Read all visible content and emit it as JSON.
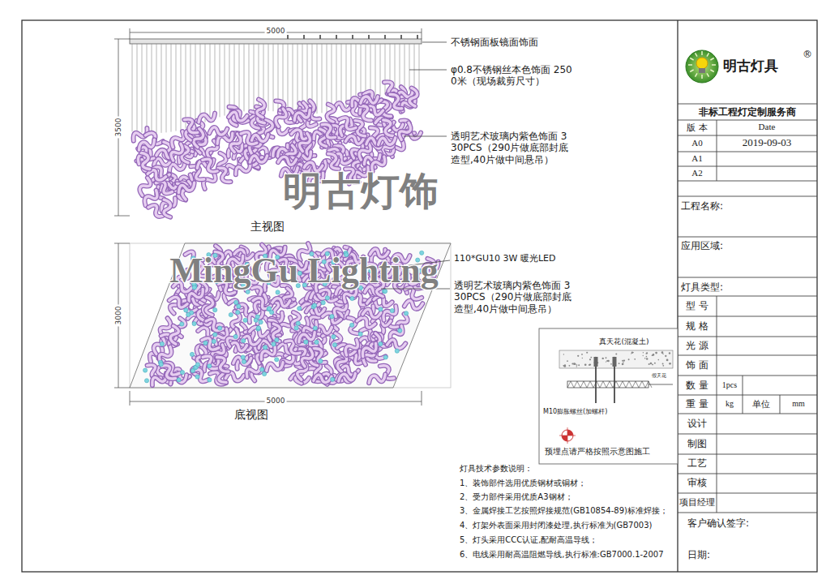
{
  "diagram": {
    "labels": [
      "5000",
      "3500",
      "不锈钢面板镜面饰面",
      "φ0.8不锈钢丝本色饰面 2500米（现场裁剪尺寸）",
      "透明艺术玻璃内紫色饰面 330PCS（290片做底部封底造型,40片做中间悬吊）",
      "主视图",
      "明古灯饰",
      "110*GU10 3W 暖光LED",
      "透明艺术玻璃内紫色饰面 330PCS（290片做底部封底造型,40片做中间悬吊）",
      "3000",
      "5000",
      "底视图",
      "MingGu Lighting",
      "真天花(混凝土)",
      "假天花",
      "M10膨胀螺丝(加螺杆)",
      "预埋点请严格按照示意图施工",
      "灯具技术参数说明：",
      "1、装饰部件选用优质钢材或铜材；",
      "2、受力部件采用优质A3钢材；",
      "3、金属焊接工艺按照焊接规范(GB10854-89)标准焊接；",
      "4、灯架外表面采用封闭漆处理,执行标准为(GB7003)",
      "5、灯头采用CCC认证,配耐高温导线；",
      "6、电线采用耐高温阻燃导线,执行标准:GB7000.1-2007",
      "明古灯具",
      "®",
      "非标工程灯定制服务商",
      "版 本",
      "Date",
      "A0",
      "2019-09-03",
      "A1",
      "A2",
      "工程名称:",
      "应用区域:",
      "灯具类型:",
      "型 号",
      "规 格",
      "光 源",
      "饰 面",
      "数 量",
      "1pcs",
      "重 量",
      "kg",
      "单位",
      "mm",
      "设计",
      "制图",
      "工艺",
      "审核",
      "项目经理",
      "客户确认签字:",
      "日期:"
    ]
  }
}
